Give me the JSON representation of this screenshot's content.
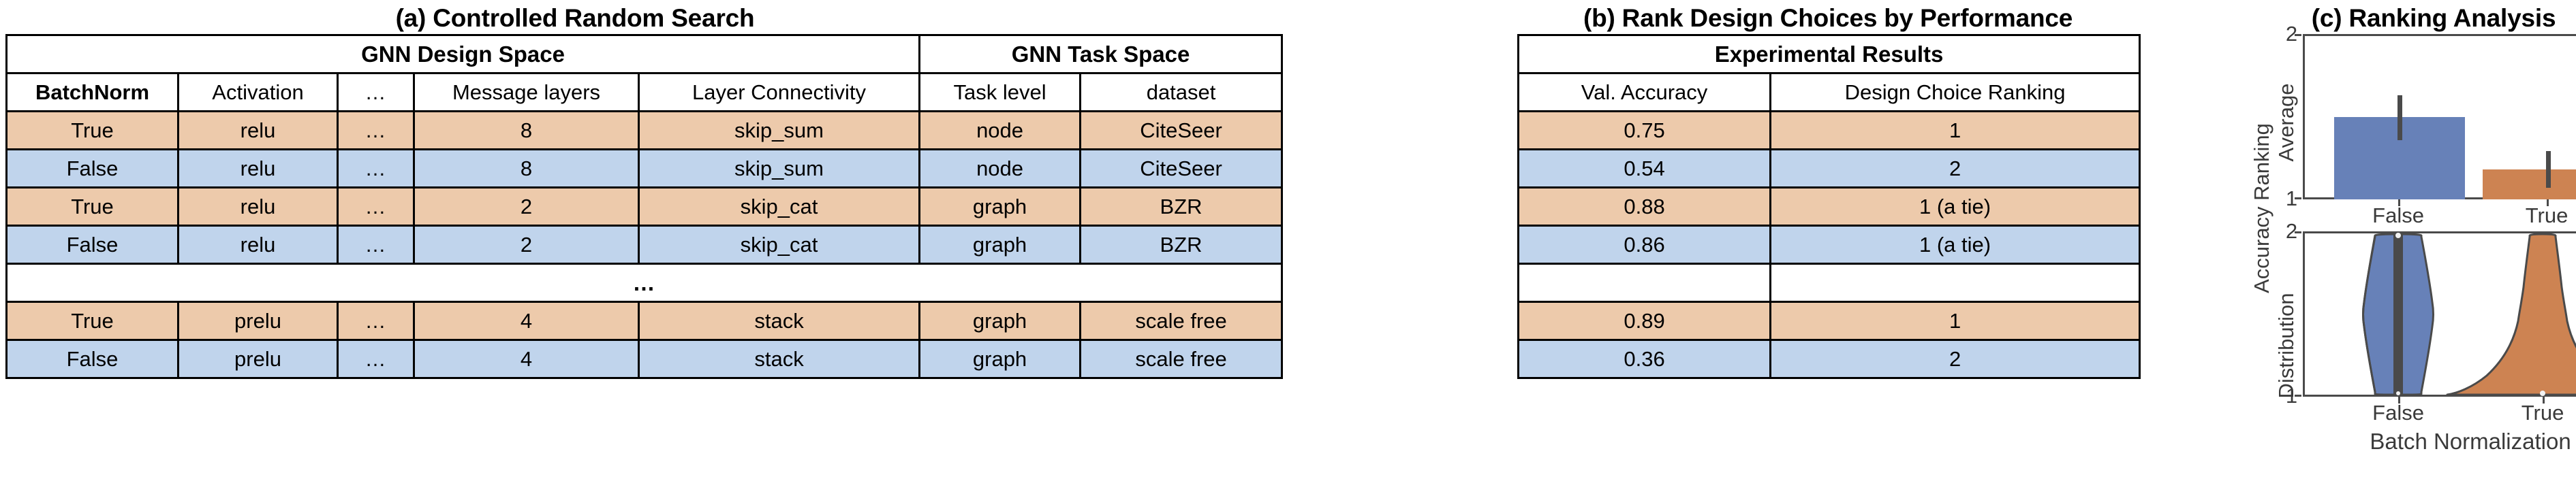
{
  "panels": {
    "a": {
      "title": "(a) Controlled Random Search",
      "group_headers": [
        {
          "label": "GNN Design Space",
          "span": 5
        },
        {
          "label": "GNN Task Space",
          "span": 2
        }
      ],
      "columns": [
        "BatchNorm",
        "Activation",
        "…",
        "Message layers",
        "Layer Connectivity",
        "Task level",
        "dataset"
      ],
      "rows": [
        {
          "style": "orange",
          "cells": [
            "True",
            "relu",
            "…",
            "8",
            "skip_sum",
            "node",
            "CiteSeer"
          ]
        },
        {
          "style": "blue",
          "cells": [
            "False",
            "relu",
            "…",
            "8",
            "skip_sum",
            "node",
            "CiteSeer"
          ]
        },
        {
          "style": "orange",
          "cells": [
            "True",
            "relu",
            "…",
            "2",
            "skip_cat",
            "graph",
            "BZR"
          ]
        },
        {
          "style": "blue",
          "cells": [
            "False",
            "relu",
            "…",
            "2",
            "skip_cat",
            "graph",
            "BZR"
          ]
        },
        {
          "style": "ellipsis",
          "cells": [
            "…"
          ]
        },
        {
          "style": "orange",
          "cells": [
            "True",
            "prelu",
            "…",
            "4",
            "stack",
            "graph",
            "scale free"
          ]
        },
        {
          "style": "blue",
          "cells": [
            "False",
            "prelu",
            "…",
            "4",
            "stack",
            "graph",
            "scale free"
          ]
        }
      ]
    },
    "b": {
      "title": "(b) Rank Design Choices by Performance",
      "group_headers": [
        {
          "label": "Experimental Results",
          "span": 2
        }
      ],
      "columns": [
        "Val. Accuracy",
        "Design Choice Ranking"
      ],
      "rows": [
        {
          "style": "orange",
          "cells": [
            "0.75",
            "1"
          ]
        },
        {
          "style": "blue",
          "cells": [
            "0.54",
            "2"
          ]
        },
        {
          "style": "orange",
          "cells": [
            "0.88",
            "1 (a tie)"
          ]
        },
        {
          "style": "blue",
          "cells": [
            "0.86",
            "1 (a tie)"
          ]
        },
        {
          "style": "blank",
          "cells": [
            "",
            ""
          ]
        },
        {
          "style": "orange",
          "cells": [
            "0.89",
            "1"
          ]
        },
        {
          "style": "blue",
          "cells": [
            "0.36",
            "2"
          ]
        }
      ]
    },
    "c": {
      "title": "(c) Ranking Analysis",
      "ylabel_outer": "Accuracy Ranking",
      "ylabel_top": "Average",
      "ylabel_bottom": "Distribution",
      "xlabel": "Batch Normalization"
    }
  },
  "colors": {
    "row_orange": "#edcaab",
    "row_blue": "#c0d4ec",
    "bar_blue": "#6781b8",
    "bar_orange": "#cd8352",
    "axis": "#4a4a4a",
    "border": "#000000"
  },
  "chart_data": [
    {
      "type": "bar",
      "title": "Average",
      "xlabel": "Batch Normalization",
      "ylabel": "Accuracy Ranking Average",
      "categories": [
        "False",
        "True"
      ],
      "values": [
        1.5,
        1.18
      ],
      "errors": [
        0.27,
        0.2
      ],
      "ylim": [
        1,
        2
      ],
      "yticks": [
        1,
        2
      ],
      "ytick_labels": [
        "1",
        "2"
      ],
      "grid": false,
      "legend": "none",
      "series_colors": [
        "#6781b8",
        "#cd8352"
      ]
    },
    {
      "type": "violin",
      "title": "Distribution",
      "xlabel": "Batch Normalization",
      "ylabel": "Accuracy Ranking Distribution",
      "categories": [
        "False",
        "True"
      ],
      "ylim": [
        1,
        2
      ],
      "yticks": [
        1,
        2
      ],
      "ytick_labels": [
        "1",
        "2"
      ],
      "grid": false,
      "legend": "none",
      "series_colors": [
        "#6781b8",
        "#cd8352"
      ],
      "violins": [
        {
          "name": "False",
          "shape": "hourglass",
          "median": 1.5,
          "q_low": 1.0,
          "q_high": 2.0,
          "color": "#6781b8"
        },
        {
          "name": "True",
          "shape": "bottom-heavy",
          "median": 1.05,
          "q_low": 1.0,
          "q_high": 2.0,
          "color": "#cd8352"
        }
      ]
    }
  ]
}
